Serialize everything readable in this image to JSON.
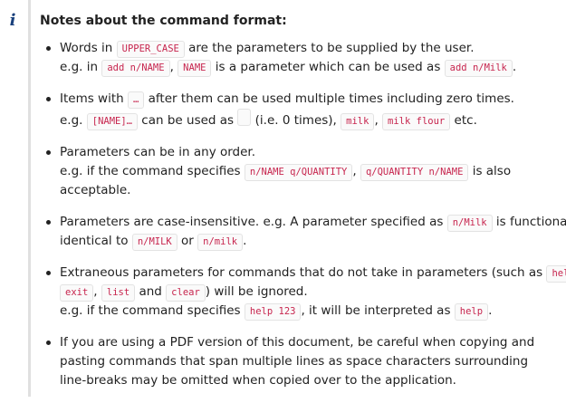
{
  "title": "Notes about the command format:",
  "notes": [
    {
      "l1a": "Words in ",
      "c1": "UPPER_CASE",
      "l1b": " are the parameters to be supplied by the user.",
      "l2a": "e.g. in ",
      "c2": "add n/NAME",
      "l2b": ", ",
      "c3": "NAME",
      "l2c": " is a parameter which can be used as ",
      "c4": "add n/Milk",
      "l2d": "."
    },
    {
      "l1a": "Items with ",
      "c1": "…",
      "l1b": " after them can be used multiple times including zero times.",
      "l2a": "e.g. ",
      "c2": "[NAME]…",
      "l2b": " can be used as ",
      "c3": "",
      "l2c": " (i.e. 0 times), ",
      "c4": "milk",
      "l2d": ", ",
      "c5": "milk flour",
      "l2e": " etc."
    },
    {
      "l1": "Parameters can be in any order.",
      "l2a": "e.g. if the command specifies ",
      "c1": "n/NAME q/QUANTITY",
      "l2b": ", ",
      "c2": "q/QUANTITY n/NAME",
      "l2c": " is also",
      "l3": "acceptable."
    },
    {
      "l1a": "Parameters are case-insensitive. e.g. A parameter specified as ",
      "c1": "n/Milk",
      "l1b": " is functionally",
      "l2a": "identical to ",
      "c2": "n/MILK",
      "l2b": " or ",
      "c3": "n/milk",
      "l2c": "."
    },
    {
      "l1a": "Extraneous parameters for commands that do not take in parameters (such as ",
      "c1": "help",
      "l1b": ",",
      "c2": "exit",
      "l2a": ", ",
      "c3": "list",
      "l2b": " and ",
      "c4": "clear",
      "l2c": ") will be ignored.",
      "l3a": "e.g. if the command specifies ",
      "c5": "help 123",
      "l3b": ", it will be interpreted as ",
      "c6": "help",
      "l3c": "."
    },
    {
      "text": "If you are using a PDF version of this document, be careful when copying and pasting commands that span multiple lines as space characters surrounding line-breaks may be omitted when copied over to the application."
    }
  ]
}
